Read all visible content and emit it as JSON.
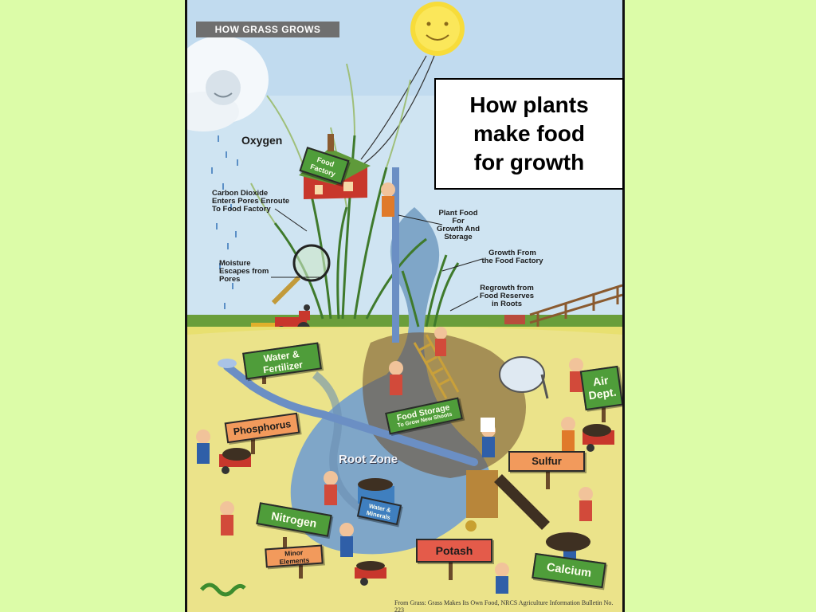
{
  "poster": {
    "title": "HOW GRASS GROWS",
    "source": "From Grass: Grass Makes Its Own Food, NRCS Agriculture Information Bulletin No. 223"
  },
  "overlay": {
    "lines": [
      "How plants",
      "make food",
      "for growth"
    ]
  },
  "labels": {
    "oxygen": "Oxygen",
    "food_factory": "Food Factory",
    "carbon_dioxide": [
      "Carbon Dioxide",
      "Enters Pores Enroute",
      "To Food Factory"
    ],
    "moisture": [
      "Moisture",
      "Escapes from",
      "Pores"
    ],
    "plant_food": [
      "Plant Food",
      "For",
      "Growth And",
      "Storage"
    ],
    "growth_from": [
      "Growth From",
      "the Food Factory"
    ],
    "regrowth": [
      "Regrowth from",
      "Food Reserves",
      "in Roots"
    ],
    "root_zone": "Root Zone"
  },
  "signs": {
    "water_fertilizer": [
      "Water &",
      "Fertilizer"
    ],
    "air_dept": [
      "Air",
      "Dept."
    ],
    "food_storage": "Food Storage",
    "food_storage_sub": "To Grow New Shoots",
    "phosphorus": "Phosphorus",
    "sulfur": "Sulfur",
    "water_minerals": [
      "Water &",
      "Minerals"
    ],
    "nitrogen": "Nitrogen",
    "potash": "Potash",
    "minor_elements": [
      "Minor",
      "Elements"
    ],
    "calcium": "Calcium"
  },
  "colors": {
    "page_background": "#dcfca8",
    "sky": "#cfe4f2",
    "soil": "#e8e070",
    "root_zone": "#7fa6c8",
    "sign_green": "#4f9d3a",
    "sign_orange": "#f29a5c"
  }
}
